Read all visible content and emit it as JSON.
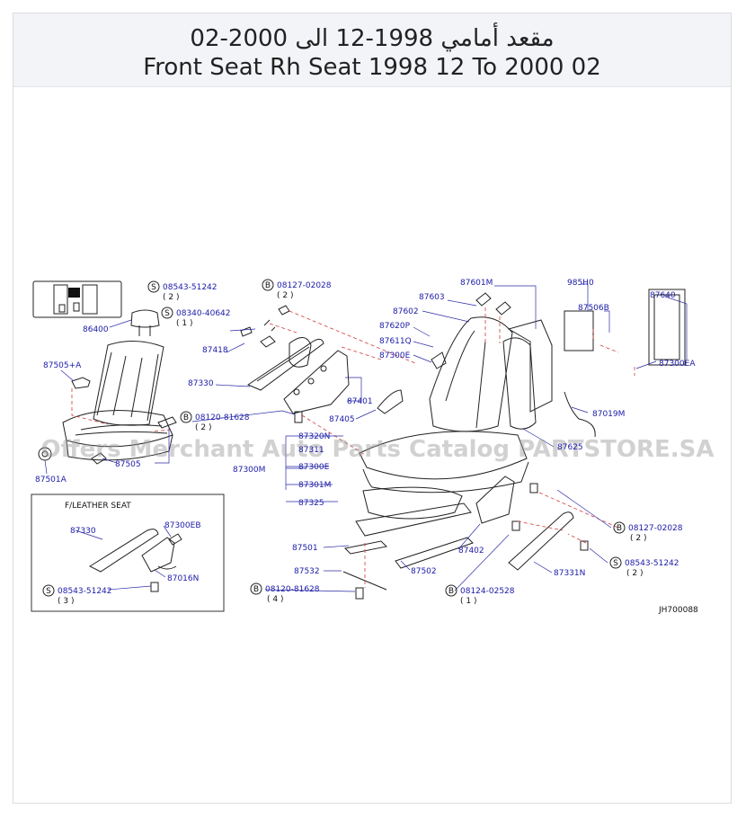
{
  "header": {
    "title_ar": "مقعد أمامي 1998-12 الى 2000-02",
    "title_en": "Front Seat Rh Seat 1998 12 To 2000 02"
  },
  "watermark": "Offers Merchant Auto Parts Catalog PARTSTORE.SA",
  "diagram_code": "JH700088",
  "inset_title": "F/LEATHER  SEAT",
  "labels": {
    "p86400": "86400",
    "p87505a": "87505+A",
    "p87501a": "87501A",
    "p87505": "87505",
    "p87418": "87418",
    "p87330": "87330",
    "p87401": "87401",
    "p87405": "87405",
    "p87603": "87603",
    "p87602": "87602",
    "p87601m": "87601M",
    "p87620p": "87620P",
    "p87611q": "87611Q",
    "p87300e_top": "87300E",
    "p985h0": "985H0",
    "p87506b": "87506B",
    "p87640": "87640",
    "p87300ea": "87300EA",
    "p87019m": "87019M",
    "p87625": "87625",
    "p87320n": "87320N",
    "p87311": "87311",
    "p87300m": "87300M",
    "p87300e": "87300E",
    "p87301m": "87301M",
    "p87325": "87325",
    "p87501": "87501",
    "p87532": "87532",
    "p87502": "87502",
    "p87402": "87402",
    "p87331n": "87331N",
    "p87330_inset": "87330",
    "p87300eb": "87300EB",
    "p87016n": "87016N"
  },
  "fasteners": [
    {
      "kind": "S",
      "code": "08543-51242",
      "qty": "( 2 )"
    },
    {
      "kind": "S",
      "code": "08340-40642",
      "qty": "( 1 )"
    },
    {
      "kind": "B",
      "code": "08127-02028",
      "qty": "( 2 )"
    },
    {
      "kind": "B",
      "code": "08120-81628",
      "qty": "( 2 )"
    },
    {
      "kind": "B",
      "code": "08127-02028",
      "qty": "( 2 )"
    },
    {
      "kind": "S",
      "code": "08543-51242",
      "qty": "( 2 )"
    },
    {
      "kind": "B",
      "code": "08124-02528",
      "qty": "( 1 )"
    },
    {
      "kind": "B",
      "code": "08120-81628",
      "qty": "( 4 )"
    },
    {
      "kind": "S",
      "code": "08543-51242",
      "qty": "( 3 )"
    }
  ],
  "icons": [
    "seat-thumbnail-icon",
    "headrest-icon",
    "seat-icon",
    "seat-frame-icon",
    "bolt-icon"
  ],
  "colors": {
    "part_label": "#1a1aa8",
    "guide_line": "#d23a3a",
    "header_bg": "#f3f4f8"
  }
}
